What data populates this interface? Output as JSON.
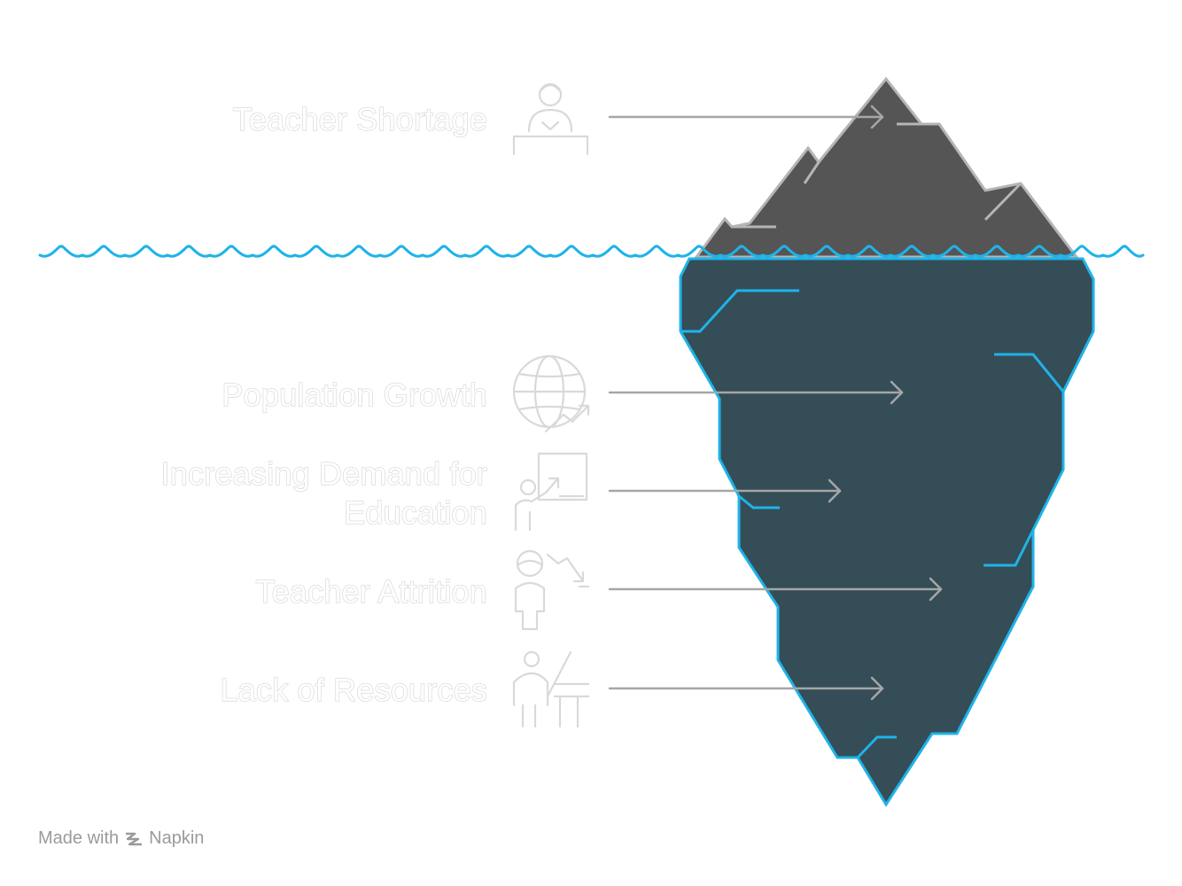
{
  "layers": {
    "above_water": [
      {
        "label": "Teacher Shortage",
        "icon": "teacher-icon"
      }
    ],
    "below_water": [
      {
        "label": "Population Growth",
        "icon": "globe-growth-icon"
      },
      {
        "label": "Increasing Demand for Education",
        "icon": "presentation-growth-icon"
      },
      {
        "label": "Teacher Attrition",
        "icon": "person-decline-icon"
      },
      {
        "label": "Lack of Resources",
        "icon": "teacher-board-icon"
      }
    ]
  },
  "colors": {
    "tip_fill": "#555555",
    "tip_stroke": "#b5b5b5",
    "body_fill": "#344d57",
    "body_stroke": "#1fb3e8",
    "water": "#1fb3e8",
    "arrow": "#a6a6a6",
    "icon": "#d9d9d9"
  },
  "watermark": {
    "prefix": "Made with",
    "brand": "Napkin",
    "icon": "napkin-logo-icon"
  }
}
